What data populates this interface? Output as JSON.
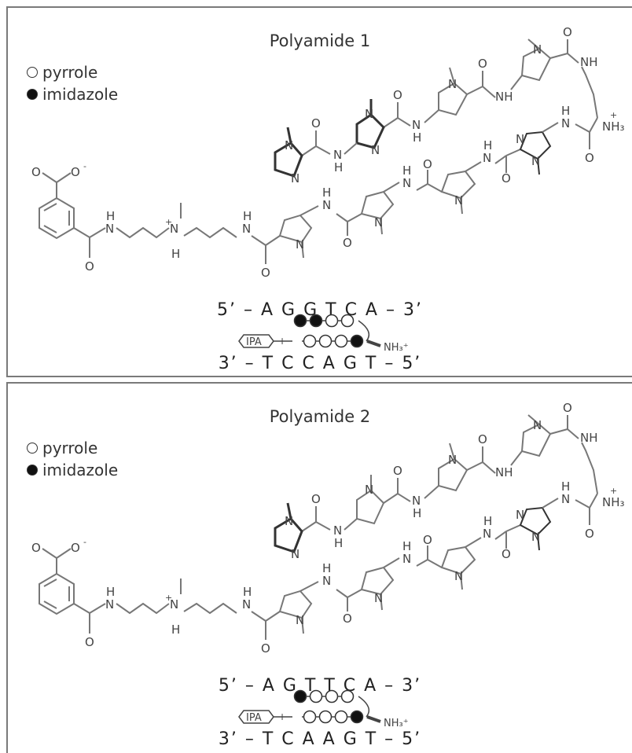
{
  "legend": {
    "pyrrole_label": "pyrrole",
    "imidazole_label": "imidazole"
  },
  "panels": [
    {
      "title": "Polyamide 1",
      "top_strand": "5’ – A G G T C A – 3’",
      "bottom_strand": "3’ – T C C A G T – 5’",
      "top_row": [
        "imidazole",
        "imidazole",
        "pyrrole",
        "pyrrole"
      ],
      "bottom_row": [
        "pyrrole",
        "pyrrole",
        "pyrrole",
        "imidazole"
      ],
      "ipa_label": "IPA",
      "plus_label": "+",
      "nh3_label": "NH₃⁺"
    },
    {
      "title": "Polyamide 2",
      "top_strand": "5’ – A G T T C A – 3’",
      "bottom_strand": "3’ – T C A A G T – 5’",
      "top_row": [
        "imidazole",
        "pyrrole",
        "pyrrole",
        "pyrrole"
      ],
      "bottom_row": [
        "pyrrole",
        "pyrrole",
        "pyrrole",
        "imidazole"
      ],
      "ipa_label": "IPA",
      "plus_label": "+",
      "nh3_label": "NH₃⁺"
    }
  ],
  "chem_labels": {
    "nh": "NH",
    "n": "N",
    "o": "O",
    "h": "H",
    "nh3": "NH₃",
    "plus": "+",
    "minus": "-"
  }
}
